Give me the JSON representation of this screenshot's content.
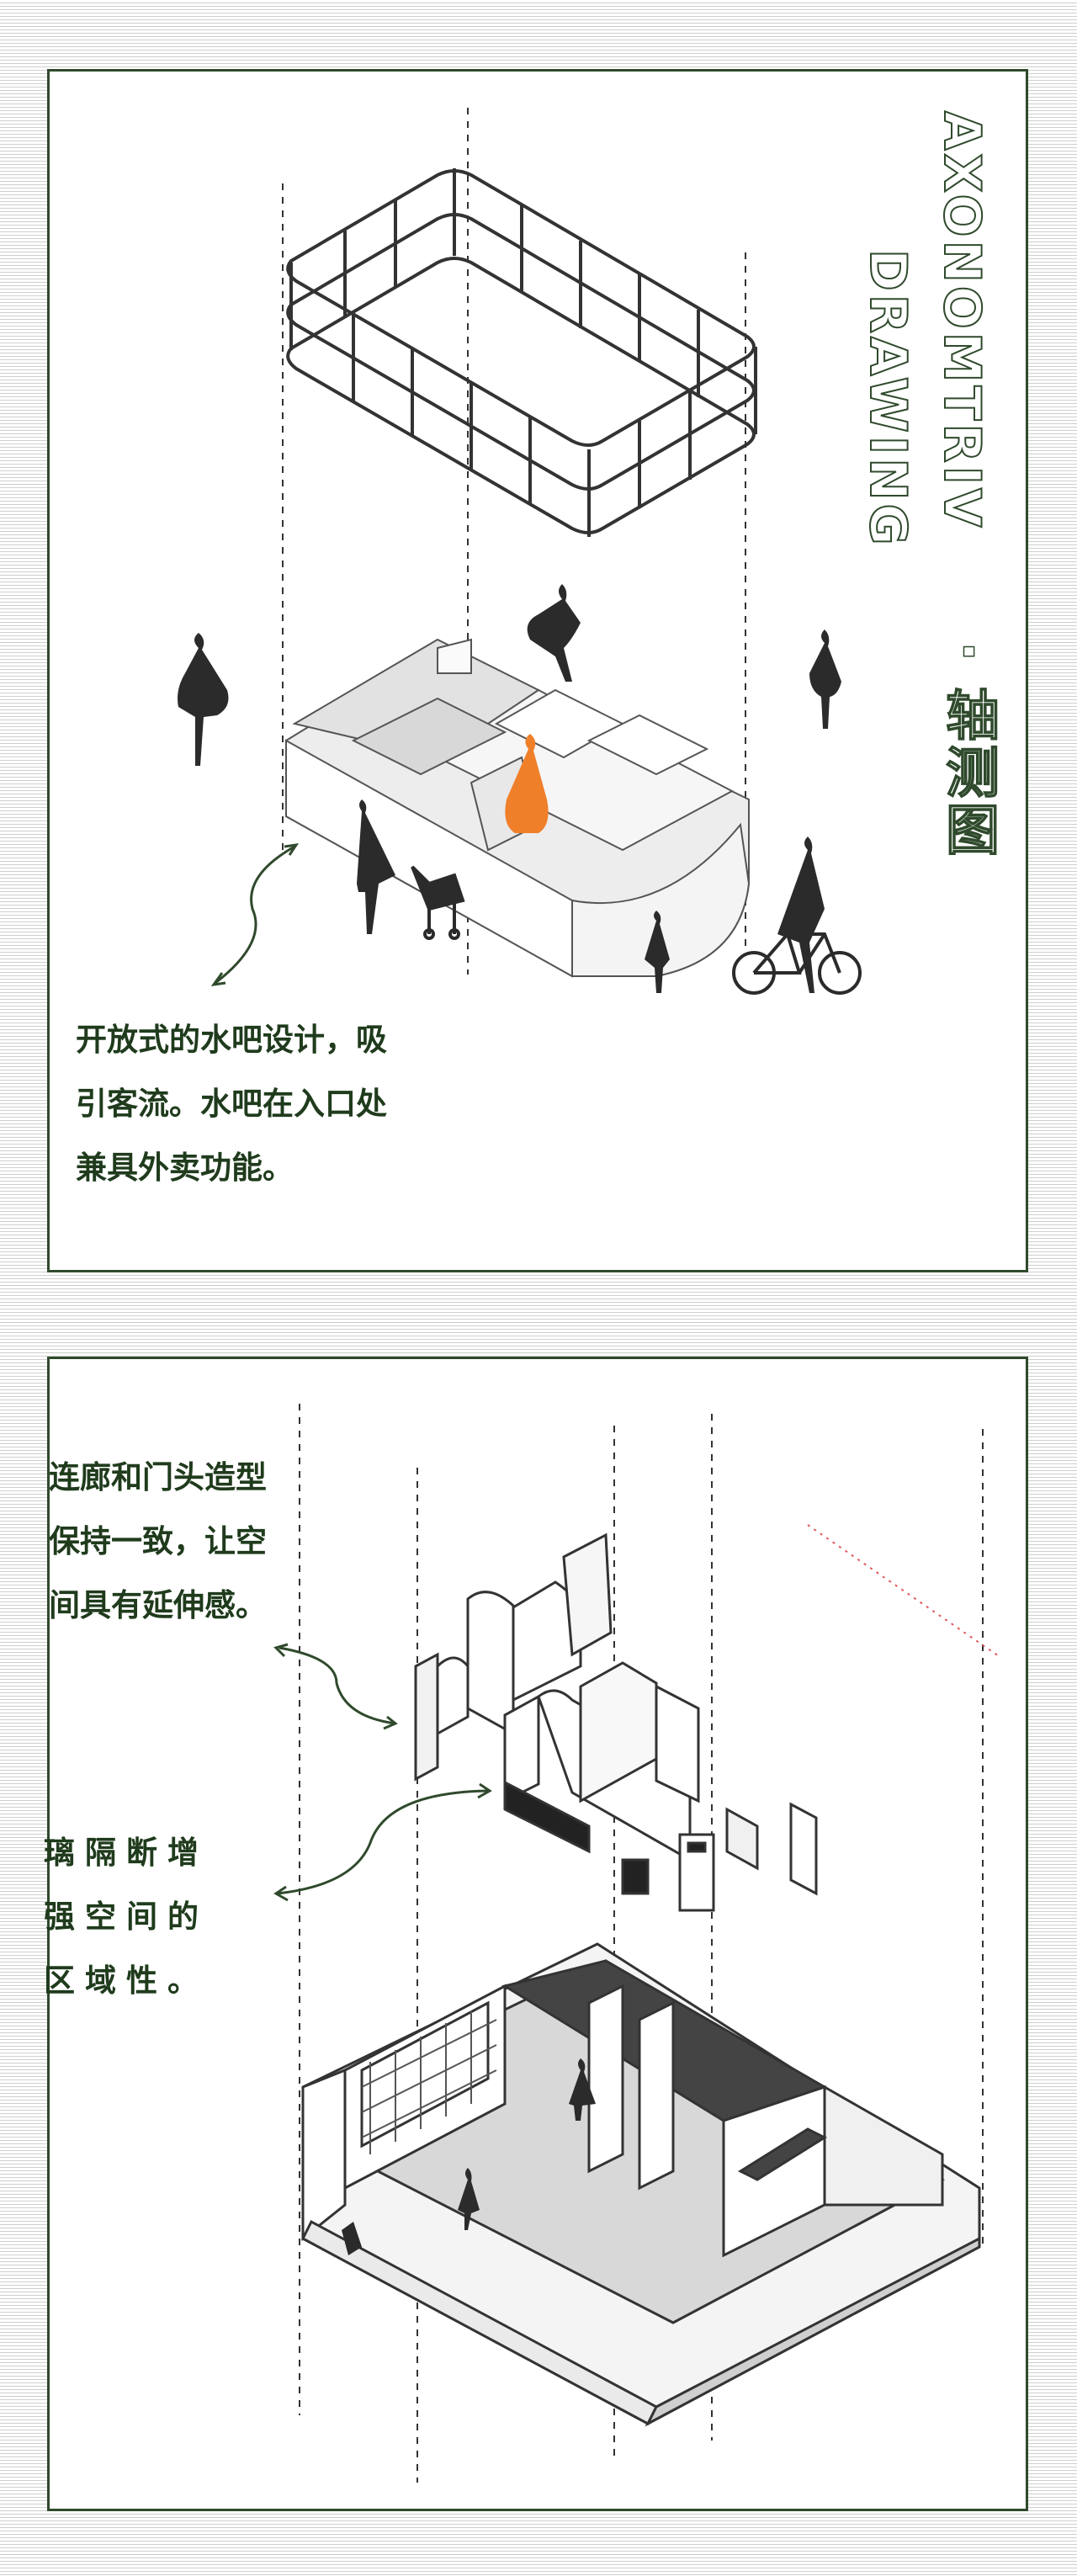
{
  "panel1": {
    "title_en_line1": "AXONOMTRIV",
    "title_en_line2": "DRAWING",
    "title_cn": "· 轴测图",
    "caption": "开放式的水吧设计，吸\n引客流。水吧在入口处\n兼具外卖功能。"
  },
  "panel2": {
    "caption_a": "连廊和门头造型\n保持一致，让空\n间具有延伸感。",
    "caption_b": "璃隔断增\n强空间的\n区域性。"
  },
  "colors": {
    "frame": "#2f4a2c",
    "caption_text": "#1f3b1c",
    "accent_figure": "#f07f2a",
    "dark_fill": "#2b2b2b"
  },
  "icons": [
    "curved-arrow-icon",
    "human-silhouette-icon",
    "bicycle-icon",
    "stroller-icon"
  ]
}
